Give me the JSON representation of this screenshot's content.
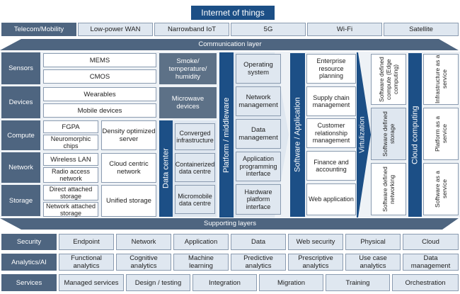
{
  "title": "Internet of things",
  "connectivity": {
    "label": "Telecom/Mobility",
    "items": [
      "Low-power WAN",
      "Narrowband IoT",
      "5G",
      "Wi-Fi",
      "Satellite"
    ]
  },
  "communication_layer": "Communication layer",
  "hardware": {
    "sensors": {
      "label": "Sensors",
      "items": [
        "MEMS",
        "CMOS"
      ],
      "extra": "Smoke/\ntemperature/\nhumidity"
    },
    "devices": {
      "label": "Devices",
      "items": [
        "Wearables",
        "Mobile devices"
      ],
      "extra": "Microwave devices"
    },
    "compute": {
      "label": "Compute",
      "items": [
        "FGPA",
        "Neuromorphic chips"
      ],
      "right": "Density optimized server"
    },
    "network": {
      "label": "Network",
      "items": [
        "Wireless LAN",
        "Radio access network"
      ],
      "right": "Cloud centric network"
    },
    "storage": {
      "label": "Storage",
      "items": [
        "Direct attached storage",
        "Network attached storage"
      ],
      "right": "Unified storage"
    }
  },
  "data_center": {
    "label": "Data center",
    "items": [
      "Converged infrastructure",
      "Containerized data centre",
      "Micromobile data centre"
    ]
  },
  "platform": {
    "label": "Platform / middleware",
    "items": [
      "Operating system",
      "Network management",
      "Data management",
      "Application programming interface",
      "Hardware platform interface"
    ]
  },
  "software": {
    "label": "Software / Application",
    "items": [
      "Enterprise resource planning",
      "Supply chain management",
      "Customer relationship management",
      "Finance and accounting",
      "Web application"
    ]
  },
  "virtualization": {
    "label": "Virtulization",
    "items": [
      "Software defined compute (Edge computing)",
      "Software defined storage",
      "Software defined networking"
    ]
  },
  "cloud": {
    "label": "Cloud computing",
    "items": [
      "Infrastructure as a service",
      "Platform as a service",
      "Software as a service"
    ]
  },
  "supporting_layers": "Supporting layers",
  "security": {
    "label": "Security",
    "items": [
      "Endpoint",
      "Network",
      "Application",
      "Data",
      "Web security",
      "Physical",
      "Cloud"
    ]
  },
  "analytics": {
    "label": "Analytics/AI",
    "items": [
      "Functional analytics",
      "Cognitive analytics",
      "Machine learning",
      "Predictive analytics",
      "Prescriptive analytics",
      "Use case analytics",
      "Data management"
    ]
  },
  "services": {
    "label": "Services",
    "items": [
      "Managed services",
      "Design / testing",
      "Integration",
      "Migration",
      "Training",
      "Orchestration"
    ]
  },
  "colors": {
    "navy": "#1c4f86",
    "slate": "#4e6580",
    "light": "#dfe7f0",
    "border": "#8a9bb0"
  }
}
